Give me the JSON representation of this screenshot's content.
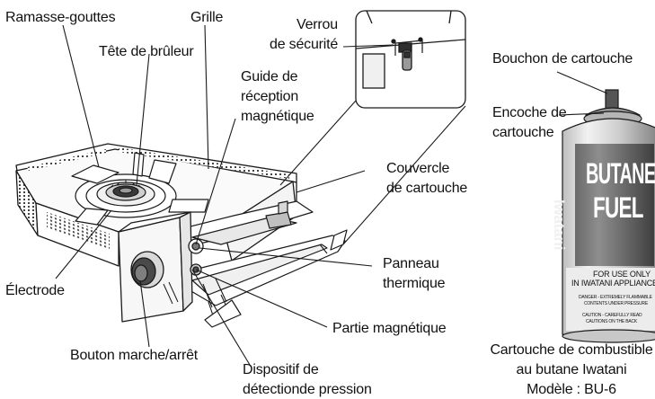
{
  "labels": {
    "drip_tray": "Ramasse-gouttes",
    "grill": "Grille",
    "burner_head": "Tête de brûleur",
    "safety_lock_1": "Verrou",
    "safety_lock_2": "de sécurité",
    "magnetic_guide_1": "Guide de",
    "magnetic_guide_2": "réception",
    "magnetic_guide_3": "magnétique",
    "cartridge_cover_1": "Couvercle",
    "cartridge_cover_2": "de cartouche",
    "heat_panel_1": "Panneau",
    "heat_panel_2": "thermique",
    "magnetic_part": "Partie magnétique",
    "electrode": "Électrode",
    "on_off_knob": "Bouton marche/arrêt",
    "pressure_device_1": "Dispositif de",
    "pressure_device_2": "détectionde pression",
    "cartridge_cap": "Bouchon de cartouche",
    "cartridge_notch_1": "Encoche de",
    "cartridge_notch_2": "cartouche",
    "fuel_caption_1": "Cartouche de combustible",
    "fuel_caption_2": "au butane Iwatani",
    "fuel_caption_3": "Modèle : BU-6"
  },
  "canister": {
    "brand": "Iwatani",
    "word1": "BUTANE",
    "word2": "FUEL",
    "use_1": "FOR USE ONLY",
    "use_2": "IN IWATANI APPLIANCES",
    "warn_1": "DANGER - EXTREMELY FLAMMABLE",
    "warn_2": "CONTENTS UNDER PRESSURE",
    "warn_3": "CAUTION - CAREFULLY READ",
    "warn_4": "CAUTIONS ON THE BACK"
  },
  "colors": {
    "line": "#1a1a1a",
    "canister_light": "#dcdcdc",
    "canister_dark": "#6f6f6f",
    "cap": "#555555"
  }
}
